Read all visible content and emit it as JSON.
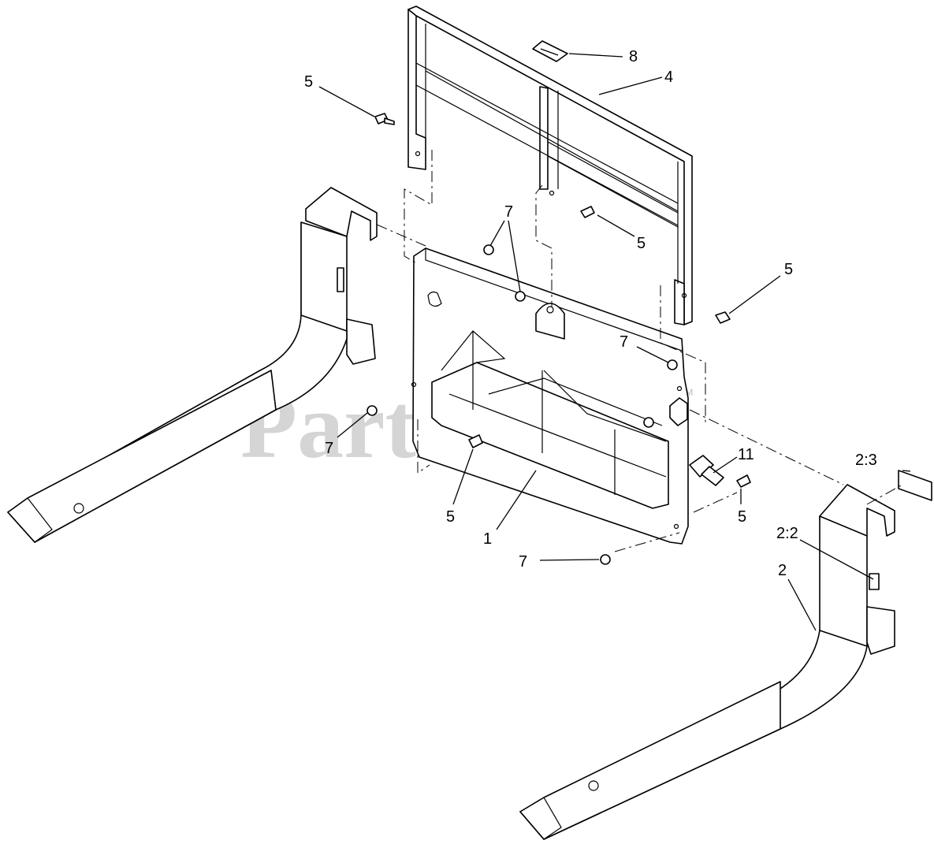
{
  "watermark": {
    "text": "PartsTree",
    "trademark": "TM"
  },
  "callouts": [
    {
      "id": "c8",
      "label": "8"
    },
    {
      "id": "c4",
      "label": "4"
    },
    {
      "id": "c5a",
      "label": "5"
    },
    {
      "id": "c7a",
      "label": "7"
    },
    {
      "id": "c5b",
      "label": "5"
    },
    {
      "id": "c5c",
      "label": "5"
    },
    {
      "id": "c7b",
      "label": "7"
    },
    {
      "id": "c7c",
      "label": "7"
    },
    {
      "id": "c11",
      "label": "11"
    },
    {
      "id": "c23",
      "label": "2:3"
    },
    {
      "id": "c5d",
      "label": "5"
    },
    {
      "id": "c5e",
      "label": "5"
    },
    {
      "id": "c1",
      "label": "1"
    },
    {
      "id": "c22",
      "label": "2:2"
    },
    {
      "id": "c7d",
      "label": "7"
    },
    {
      "id": "c2",
      "label": "2"
    }
  ]
}
